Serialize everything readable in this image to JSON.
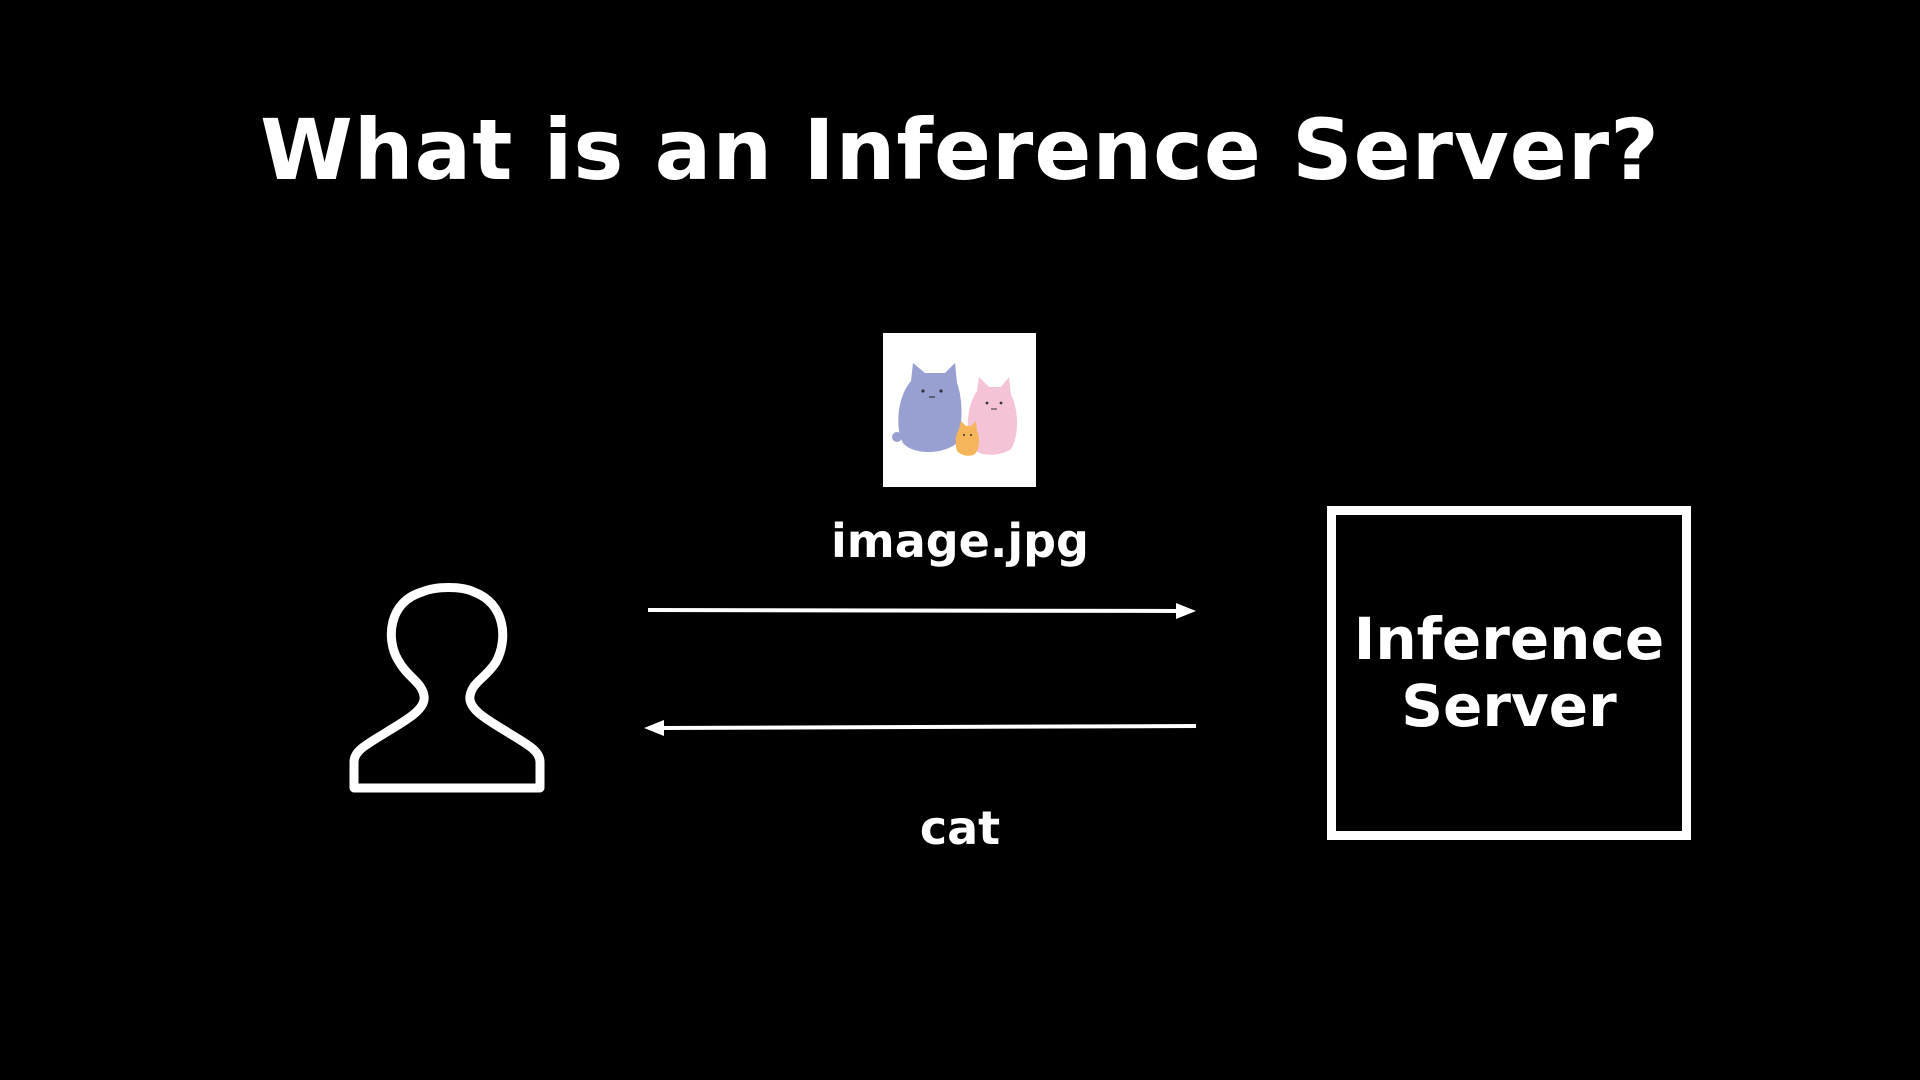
{
  "slide": {
    "title": "What is an Inference Server?"
  },
  "diagram": {
    "request_label": "image.jpg",
    "response_label": "cat",
    "server_label_line1": "Inference",
    "server_label_line2": "Server"
  },
  "icons": {
    "client": "user-silhouette-icon",
    "image": "cats-thumbnail-image"
  },
  "colors": {
    "background": "#000000",
    "foreground": "#ffffff",
    "cat_blue": "#97a0d0",
    "cat_pink": "#f5c3d8",
    "cat_orange": "#f5b55a"
  }
}
